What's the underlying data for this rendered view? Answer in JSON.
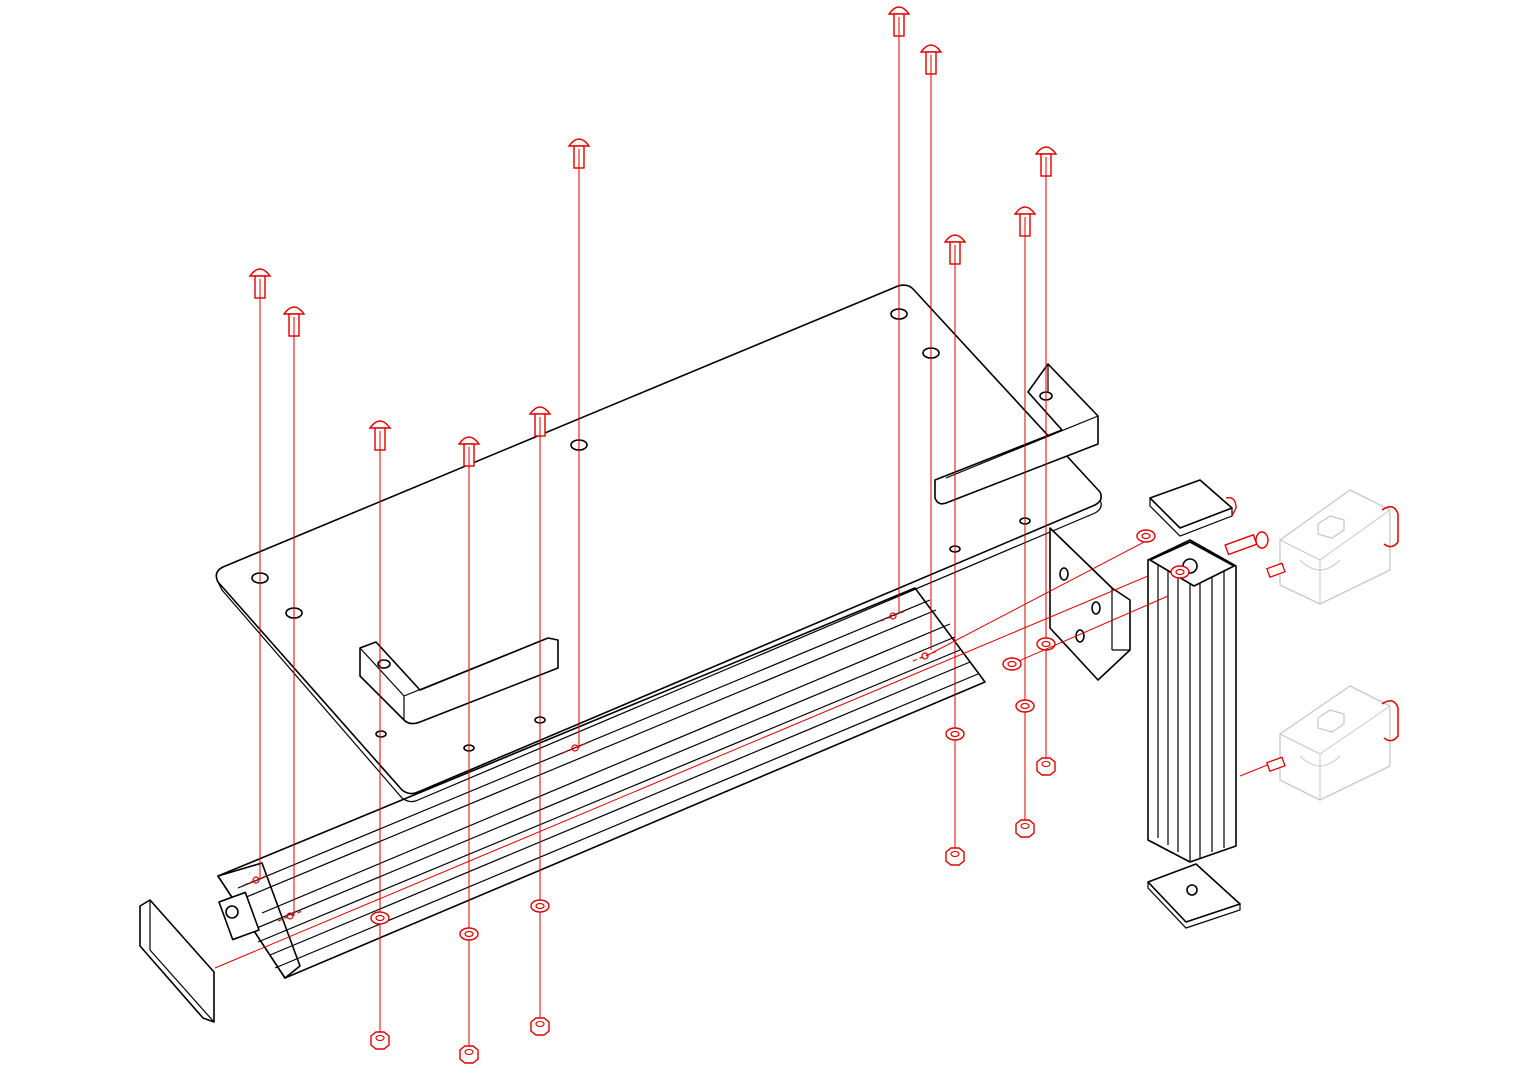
{
  "colors": {
    "line": "#000000",
    "hardware": "#e10000",
    "ghost": "#c8c8c8",
    "background": "#ffffff"
  },
  "parts": [
    "aluminum-extrusion-long",
    "aluminum-extrusion-vertical",
    "mounting-plate",
    "handle",
    "corner-bracket",
    "end-cap",
    "pivot-joint",
    "screw",
    "washer",
    "nut"
  ]
}
